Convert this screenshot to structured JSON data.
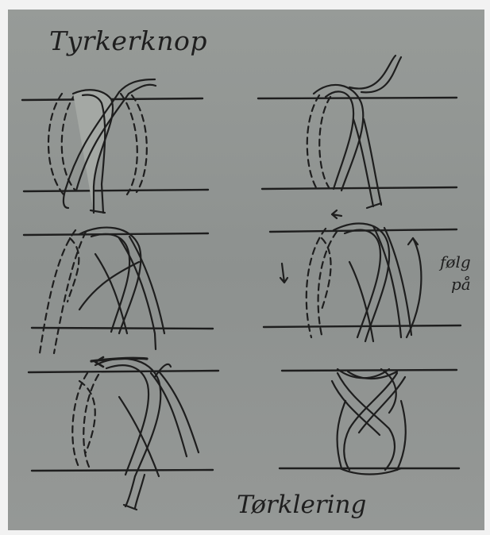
{
  "figure": {
    "title": "Tyrkerknop",
    "caption": "Tørklering",
    "note_line1": "følg",
    "note_line2": "på"
  },
  "colors": {
    "panel": "#8f9490",
    "line": "#1e1e1e",
    "rope_fill": "#a4a8a4",
    "page": "#f2f2f2"
  },
  "steps": [
    {
      "name": "step-1"
    },
    {
      "name": "step-2"
    },
    {
      "name": "step-3"
    },
    {
      "name": "step-4"
    },
    {
      "name": "step-5"
    },
    {
      "name": "step-6"
    }
  ]
}
